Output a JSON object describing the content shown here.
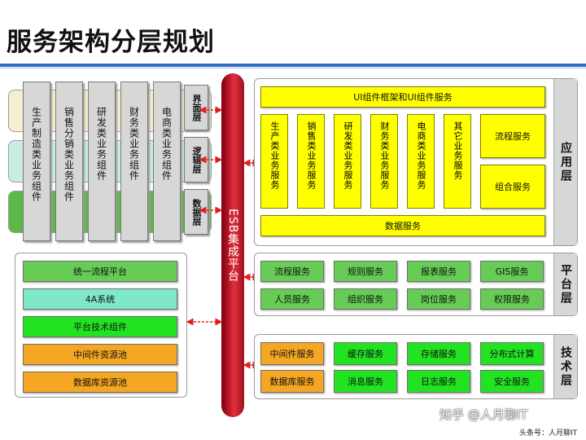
{
  "title": "服务架构分层规划",
  "esb_label": "ESB集成平台",
  "left_top": {
    "columns": [
      "生产制造类业务组件",
      "销售分销类业务组件",
      "研发类业务组件",
      "财务类业务组件",
      "电商类业务组件"
    ],
    "layers": [
      "界面层",
      "逻辑层",
      "数据层"
    ]
  },
  "left_bottom": {
    "bars": [
      "统一流程平台",
      "4A系统",
      "平台技术组件",
      "中间件资源池",
      "数据库资源池"
    ]
  },
  "app_layer": {
    "label": "应用层",
    "top_bar": "UI组件框架和UI组件服务",
    "vertical": [
      "生产类业务服务",
      "销售类业务服务",
      "研发类业务服务",
      "财务类业务服务",
      "电商类业务服务",
      "其它业务服务"
    ],
    "right": [
      "流程服务",
      "组合服务"
    ],
    "bottom_bar": "数据服务"
  },
  "platform_layer": {
    "label": "平台层",
    "row1": [
      "流程服务",
      "规则服务",
      "报表服务",
      "GIS服务"
    ],
    "row2": [
      "人员服务",
      "组织服务",
      "岗位服务",
      "权限服务"
    ]
  },
  "tech_layer": {
    "label": "技术层",
    "row1": [
      "中间件服务",
      "缓存服务",
      "存储服务",
      "分布式计算"
    ],
    "row2": [
      "数据库服务",
      "消息服务",
      "日志服务",
      "安全服务"
    ]
  },
  "watermark": "知乎 @人月聊IT",
  "source_note": "头条号：人月聊IT",
  "colors": {
    "rule": "#2f6ec7",
    "esb": "#c0182a",
    "yellow": "#ffff00",
    "green": "#66cc55",
    "teal": "#7ee8c9",
    "bright_green": "#22e322",
    "orange": "#f5a623",
    "arrow": "#e02020"
  }
}
